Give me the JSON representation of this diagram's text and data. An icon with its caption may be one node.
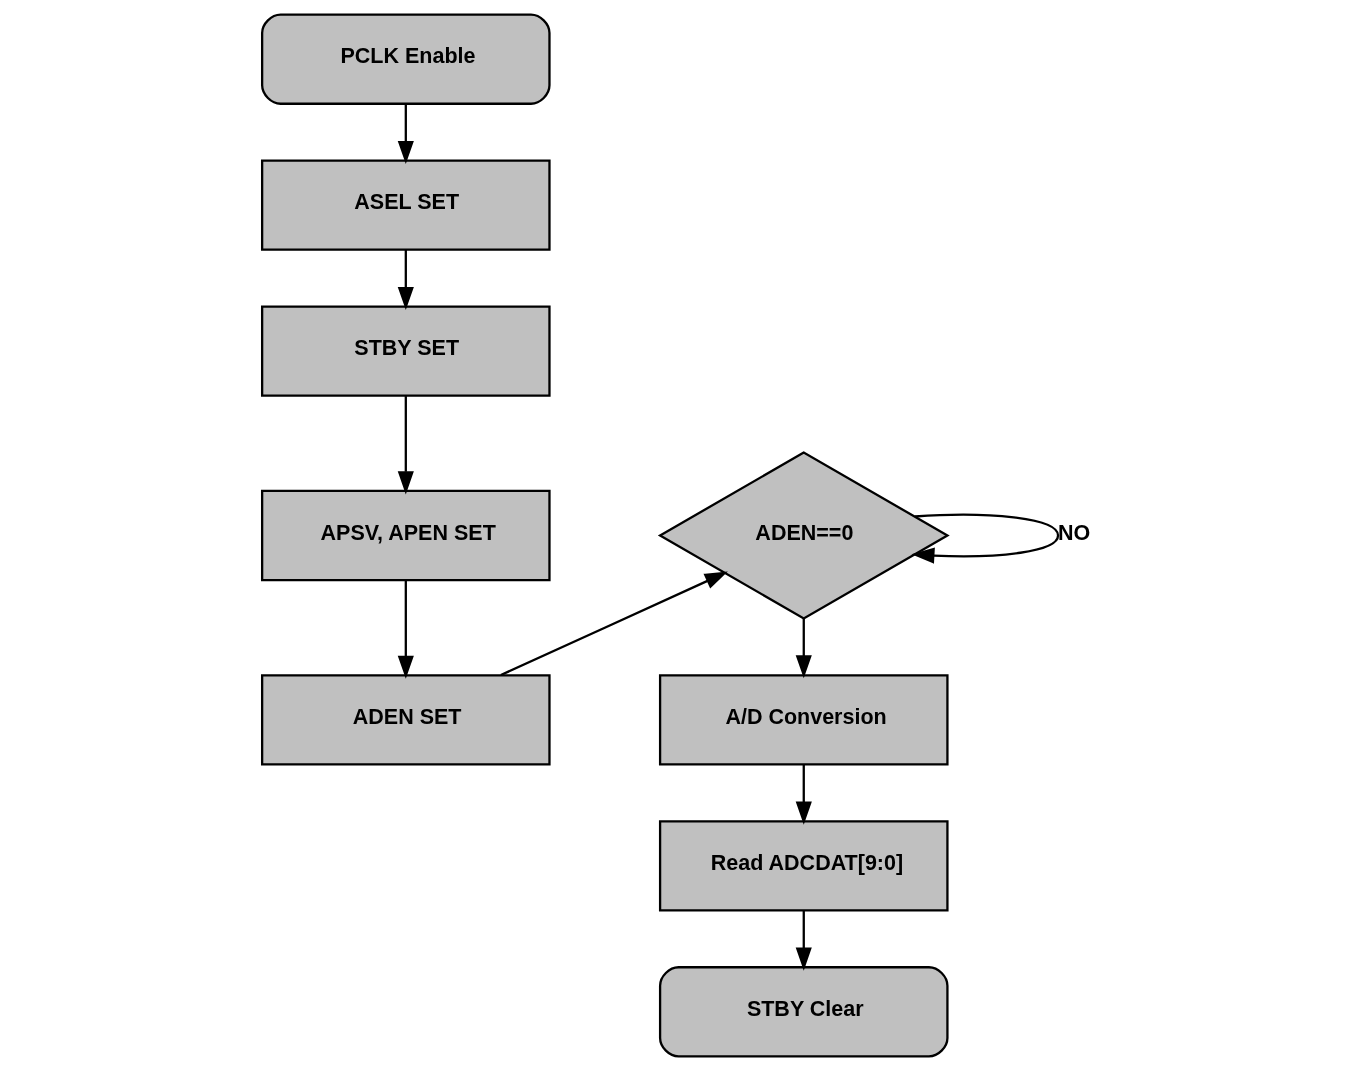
{
  "diagram": {
    "nodes": [
      {
        "text": [
          "PCLK Enable"
        ]
      },
      {
        "text": [
          "ASEL SET"
        ]
      },
      {
        "text": [
          "STBY SET"
        ]
      },
      {
        "text": [
          "APSV, APEN SET"
        ]
      },
      {
        "text": [
          "ADEN SET"
        ]
      },
      {
        "text": [
          "ADEN==0"
        ]
      },
      {
        "text": [
          "A/D Conversion"
        ]
      },
      {
        "text": [
          "Read ADCDAT[9:0]"
        ]
      },
      {
        "text": [
          "STBY Clear"
        ]
      }
    ],
    "edges": [
      {
        "from": 0,
        "to": 1,
        "arrow": "to"
      },
      {
        "from": 1,
        "to": 2,
        "arrow": "to"
      },
      {
        "from": 2,
        "to": 3,
        "arrow": "to"
      },
      {
        "from": 3,
        "to": 4,
        "arrow": "to"
      },
      {
        "from": 4,
        "to": 5,
        "arrow": "to"
      },
      {
        "from": 5,
        "to": 5,
        "label": "NO",
        "arrow": "to"
      },
      {
        "from": 5,
        "to": 6,
        "arrow": "to"
      },
      {
        "from": 6,
        "to": 7,
        "arrow": "to"
      },
      {
        "from": 7,
        "to": 8,
        "arrow": "to"
      }
    ]
  }
}
